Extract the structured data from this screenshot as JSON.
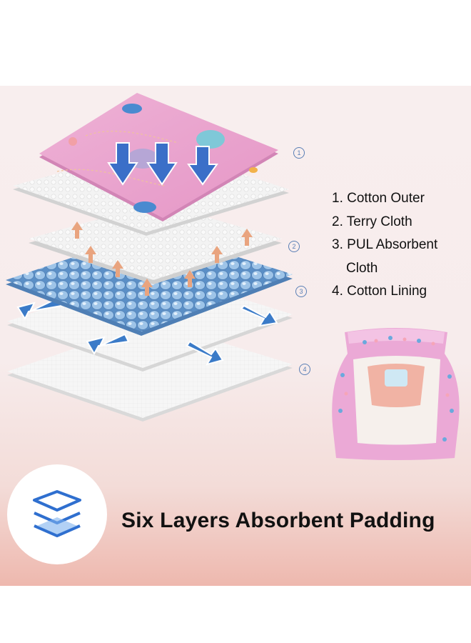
{
  "legend": {
    "items": [
      {
        "num": "1.",
        "text": "Cotton Outer"
      },
      {
        "num": "2.",
        "text": "Terry Cloth"
      },
      {
        "num": "3.",
        "text": "PUL Absorbent",
        "cont": "Cloth"
      },
      {
        "num": "4.",
        "text": "Cotton Lining"
      }
    ]
  },
  "markers": [
    "1",
    "2",
    "3",
    "4"
  ],
  "banner": {
    "title": "Six Layers Absorbent Padding"
  },
  "colors": {
    "pink_fabric": "#e8a6cf",
    "blue_arrow": "#3b7bc8",
    "orange_arrow": "#e9a47f",
    "bead": "#8fb8e0",
    "marker": "#5a7fb5",
    "banner_gradient_end": "#eeb8ae"
  },
  "icons": [
    "layers-icon"
  ]
}
